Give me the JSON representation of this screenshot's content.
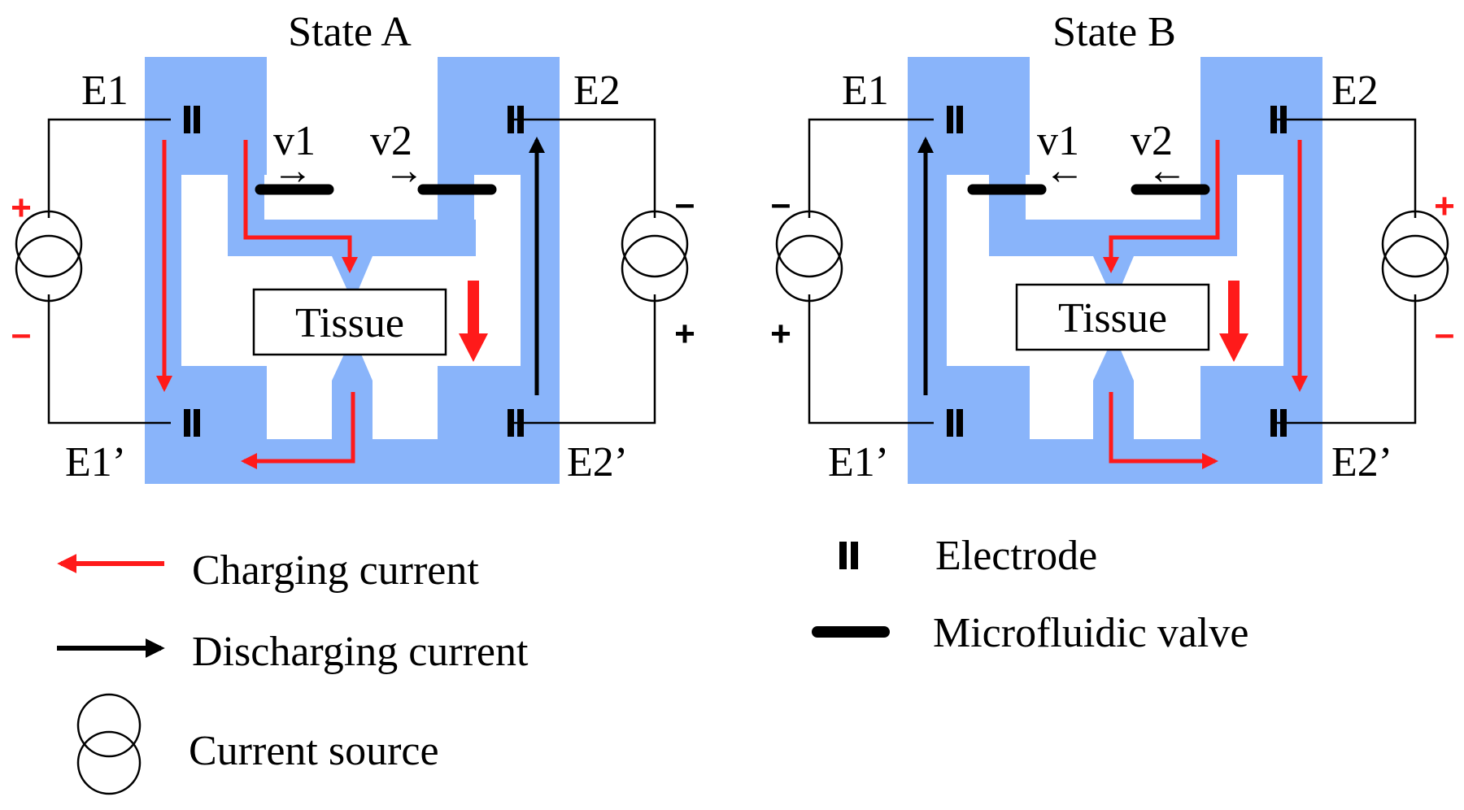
{
  "states": [
    {
      "title": "State A",
      "electrodes": {
        "top_left": "E1",
        "top_right": "E2",
        "bottom_left": "E1’",
        "bottom_right": "E2’"
      },
      "valves": {
        "left": "v1",
        "right": "v2",
        "direction_glyph": "→"
      },
      "tissue": "Tissue",
      "left_source_polarity": {
        "top": "+",
        "bottom": "–",
        "color": "#ff1a1a"
      },
      "right_source_polarity": {
        "top": "–",
        "bottom": "+",
        "color": "#000000"
      }
    },
    {
      "title": "State B",
      "electrodes": {
        "top_left": "E1",
        "top_right": "E2",
        "bottom_left": "E1’",
        "bottom_right": "E2’"
      },
      "valves": {
        "left": "v1",
        "right": "v2",
        "direction_glyph": "←"
      },
      "tissue": "Tissue",
      "left_source_polarity": {
        "top": "–",
        "bottom": "+",
        "color": "#000000"
      },
      "right_source_polarity": {
        "top": "+",
        "bottom": "–",
        "color": "#ff1a1a"
      }
    }
  ],
  "legend": {
    "charging": "Charging current",
    "discharging": "Discharging current",
    "source": "Current source",
    "electrode": "Electrode",
    "valve": "Microfluidic valve"
  },
  "colors": {
    "channel": "#89b4fa",
    "charging": "#ff1a1a",
    "discharging": "#000000"
  },
  "icons": [
    "electrode-icon",
    "valve-icon",
    "current-source-icon",
    "arrow-icon"
  ]
}
